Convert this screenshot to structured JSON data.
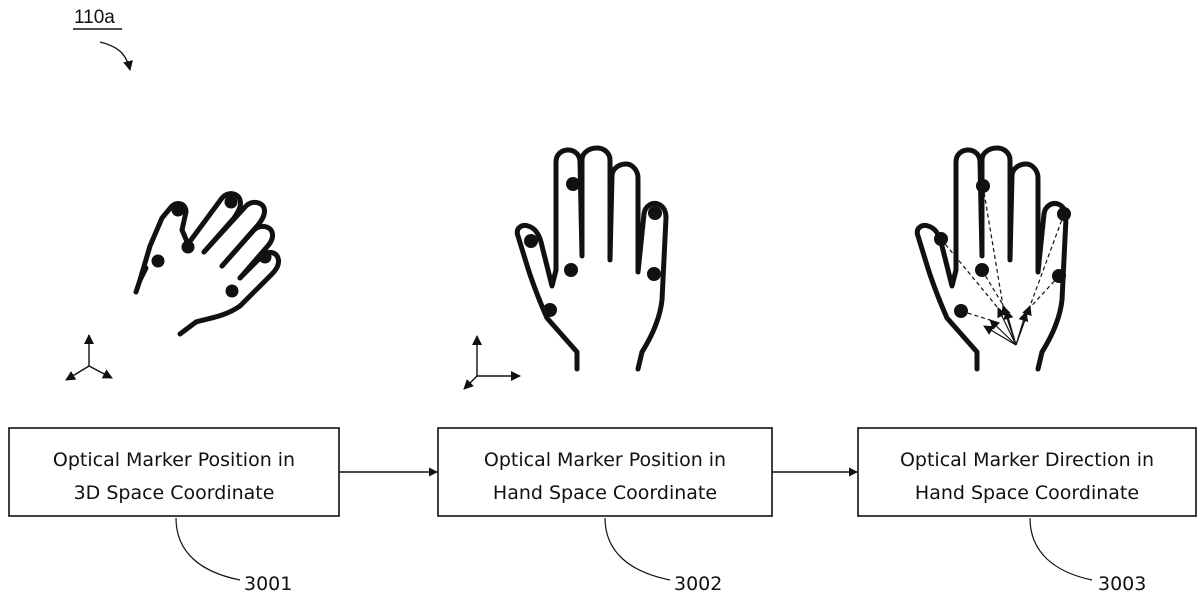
{
  "figure": {
    "label": "110a"
  },
  "boxes": [
    {
      "line1": "Optical Marker Position in",
      "line2": "3D Space Coordinate",
      "ref": "3001"
    },
    {
      "line1": "Optical Marker Position in",
      "line2": "Hand Space Coordinate",
      "ref": "3002"
    },
    {
      "line1": "Optical Marker Direction in",
      "line2": "Hand Space Coordinate",
      "ref": "3003"
    }
  ],
  "icons": {
    "hand_3d": "hand-3d-space-icon",
    "hand_space": "hand-space-icon",
    "hand_direction": "hand-direction-icon",
    "axes_3d": "3d-axes-icon",
    "axes_2d": "2d-axes-icon"
  },
  "colors": {
    "ink": "#111111",
    "background": "#ffffff"
  }
}
